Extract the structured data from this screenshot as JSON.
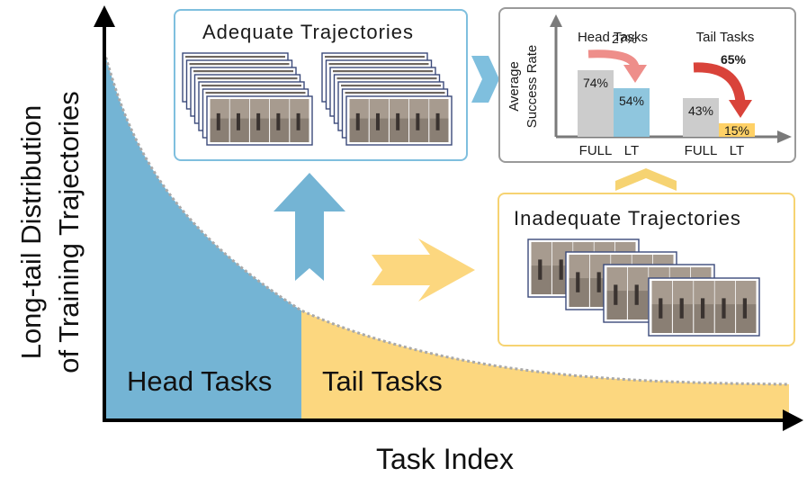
{
  "axes": {
    "y_title_line1": "Long-tail Distribution",
    "y_title_line2": "of Training Trajectories",
    "x_title": "Task Index"
  },
  "regions": {
    "head_label": "Head Tasks",
    "tail_label": "Tail Tasks"
  },
  "adequate_panel": {
    "title": "Adequate Trajectories"
  },
  "inadequate_panel": {
    "title": "Inadequate Trajectories"
  },
  "chart_data": {
    "type": "bar",
    "ylabel_line1": "Average",
    "ylabel_line2": "Success Rate",
    "groups": [
      {
        "name": "Head Tasks",
        "categories": [
          "FULL",
          "LT"
        ],
        "values": [
          74,
          54
        ],
        "value_labels": [
          "74%",
          "54%"
        ],
        "drop_label": "27%"
      },
      {
        "name": "Tail Tasks",
        "categories": [
          "FULL",
          "LT"
        ],
        "values": [
          43,
          15
        ],
        "value_labels": [
          "43%",
          "15%"
        ],
        "drop_label": "65%"
      }
    ],
    "colors": {
      "full": "#cccccc",
      "lt_head": "#8fc6de",
      "lt_tail": "#ffd166",
      "head_arrow": "#ee8e8a",
      "tail_arrow": "#d9433a"
    }
  },
  "colors": {
    "head_fill": "#74b4d4",
    "tail_fill": "#fcd77f",
    "adequate_border": "#7fbfde",
    "inadequate_border": "#f6d372",
    "chart_border": "#9a9a9a"
  }
}
